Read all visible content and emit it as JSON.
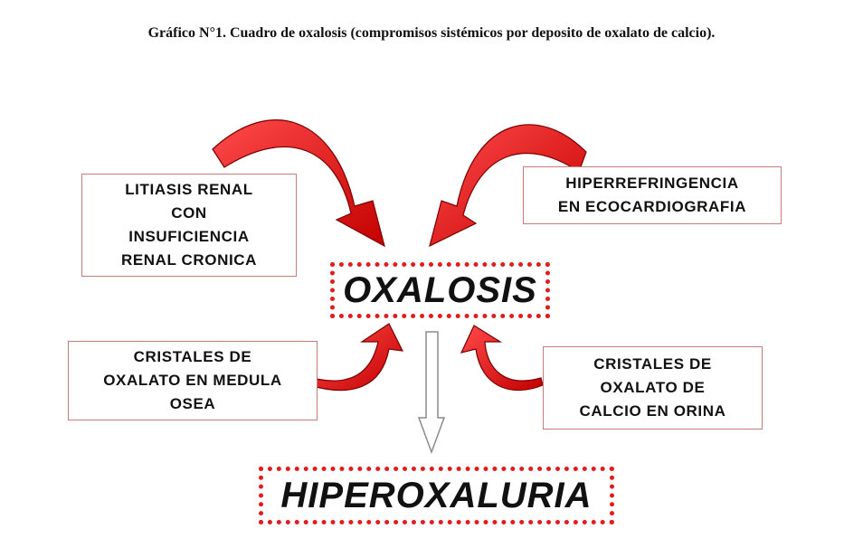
{
  "caption": "Gráfico N°1. Cuadro de oxalosis (compromisos sistémicos por deposito de oxalato de calcio).",
  "central_node": "OXALOSIS",
  "result_node": "HIPEROXALURIA",
  "causes": {
    "litiasis": "LITIASIS RENAL\nCON\nINSUFICIENCIA\nRENAL CRONICA",
    "hiperrefringencia": "HIPERREFRINGENCIA\nEN ECOCARDIOGRAFIA",
    "medula": "CRISTALES DE\nOXALATO EN MEDULA\nOSEA",
    "orina": "CRISTALES DE\nOXALATO DE\nCALCIO EN ORINA"
  },
  "colors": {
    "arrow_red": "#e01414",
    "dotted_border": "#e21b1b",
    "box_border": "#c97a7a"
  }
}
